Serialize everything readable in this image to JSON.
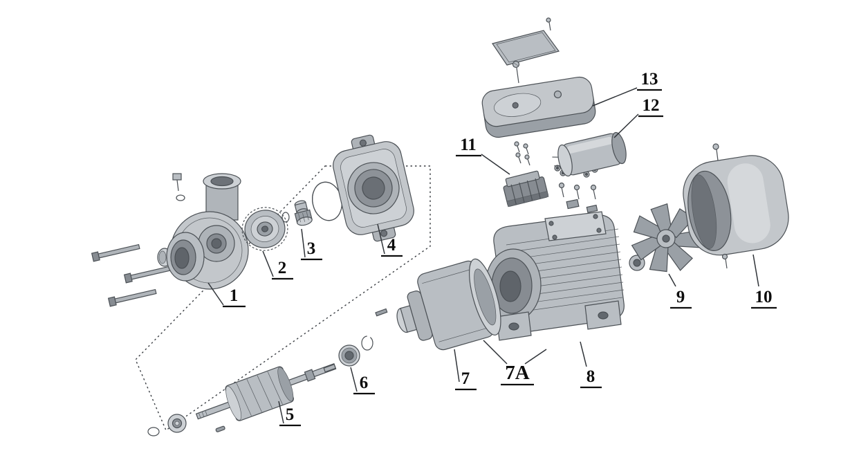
{
  "figure": {
    "kind": "exploded-parts-diagram",
    "subject": "pump-motor-exploded-view",
    "background": "#ffffff",
    "ink_color": "#4b5055",
    "label_color": "#0d0d0d",
    "metal_light": "#cdd1d5",
    "metal_mid": "#b9bec3",
    "metal_dark": "#878c92"
  },
  "callouts": [
    {
      "text": "1"
    },
    {
      "text": "2"
    },
    {
      "text": "3"
    },
    {
      "text": "4"
    },
    {
      "text": "5"
    },
    {
      "text": "6"
    },
    {
      "text": "7"
    },
    {
      "text": "7A"
    },
    {
      "text": "8"
    },
    {
      "text": "9"
    },
    {
      "text": "10"
    },
    {
      "text": "11"
    },
    {
      "text": "12"
    },
    {
      "text": "13"
    }
  ]
}
